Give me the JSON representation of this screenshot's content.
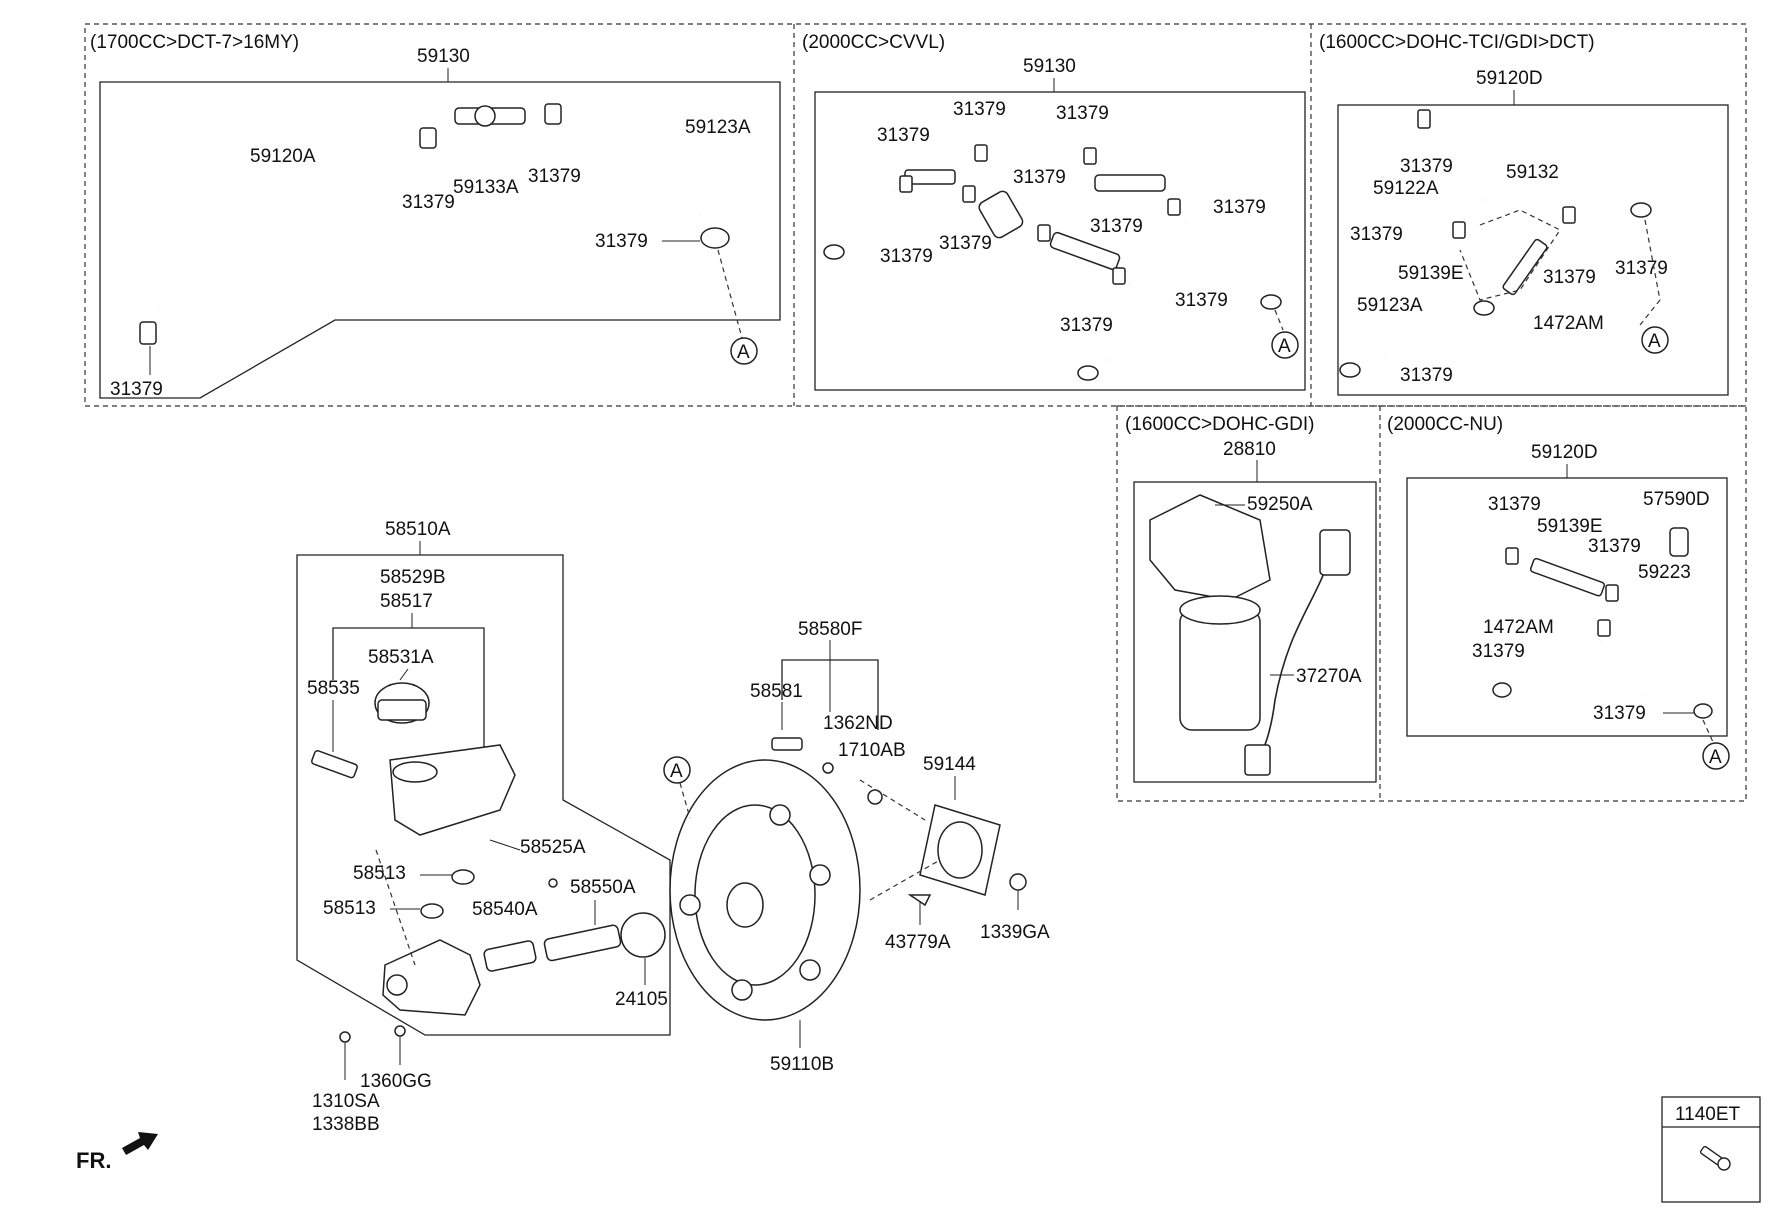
{
  "sections": {
    "s1": {
      "title": "(1700CC>DCT-7>16MY)",
      "labels": [
        "59130",
        "59120A",
        "31379",
        "59133A",
        "31379",
        "59123A",
        "31379",
        "31379"
      ]
    },
    "s2": {
      "title": "(2000CC>CVVL)",
      "labels": [
        "59130",
        "31379",
        "31379",
        "31379",
        "31379",
        "31379",
        "31379",
        "31379",
        "31379",
        "31379",
        "31379"
      ]
    },
    "s3": {
      "title": "(1600CC>DOHC-TCI/GDI>DCT)",
      "labels": [
        "59120D",
        "31379",
        "59122A",
        "59132",
        "31379",
        "59139E",
        "31379",
        "31379",
        "59123A",
        "1472AM",
        "31379"
      ]
    },
    "s4": {
      "title": "(1600CC>DOHC-GDI)",
      "labels": [
        "28810",
        "59250A",
        "37270A"
      ]
    },
    "s5": {
      "title": "(2000CC-NU)",
      "labels": [
        "59120D",
        "31379",
        "57590D",
        "59139E",
        "31379",
        "59223",
        "1472AM",
        "31379",
        "31379"
      ]
    }
  },
  "ref_marker": "A",
  "main": {
    "labels": [
      "58510A",
      "58529B",
      "58517",
      "58531A",
      "58535",
      "58525A",
      "58513",
      "58513",
      "58550A",
      "58540A",
      "24105",
      "1310SA",
      "1338BB",
      "1360GG",
      "58580F",
      "58581",
      "1362ND",
      "1710AB",
      "59144",
      "43779A",
      "1339GA",
      "59110B"
    ]
  },
  "legend_box": {
    "label": "1140ET"
  },
  "front_label": "FR."
}
